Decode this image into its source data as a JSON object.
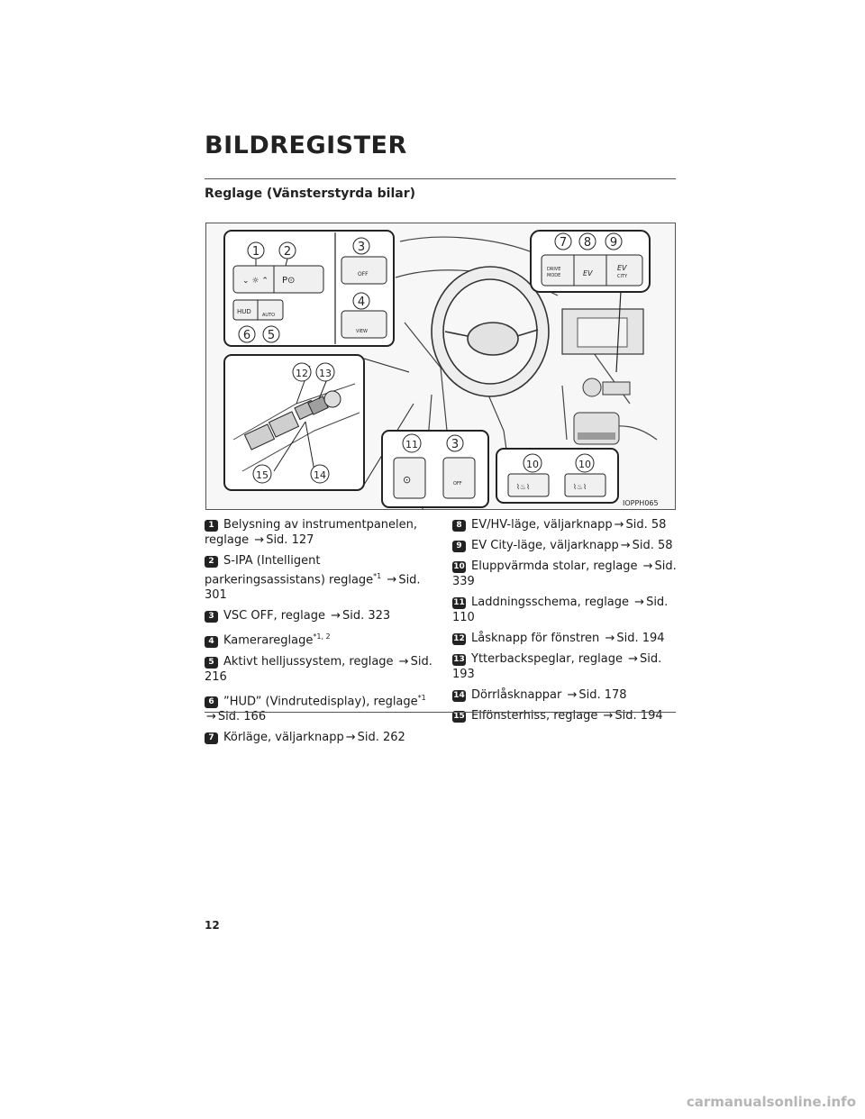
{
  "header": {
    "title": "BILDREGISTER",
    "subtitle": "Reglage (Vänsterstyrda bilar)"
  },
  "figure": {
    "code": "IOPPH065",
    "button_labels": {
      "hud": "HUD",
      "auto": "AUTO",
      "off": "OFF",
      "view": "VIEW",
      "drive_mode_1": "DRIVE",
      "drive_mode_2": "MODE",
      "ev": "EV",
      "city": "CITY"
    },
    "callouts": [
      "1",
      "2",
      "3",
      "4",
      "5",
      "6",
      "7",
      "8",
      "9",
      "10",
      "11",
      "12",
      "13",
      "14",
      "15"
    ]
  },
  "items_left": [
    {
      "num": "1",
      "text": "Belysning av instrumentpanelen, reglage ",
      "ref": "Sid. 127"
    },
    {
      "num": "2",
      "text": "S-IPA (Intelligent parkeringsassistans) reglage",
      "sup": "*1",
      "ref": "Sid. 301"
    },
    {
      "num": "3",
      "text": "VSC OFF, reglage ",
      "ref": "Sid. 323"
    },
    {
      "num": "4",
      "text": "Kamerareglage",
      "sup": "*1, 2",
      "ref": ""
    },
    {
      "num": "5",
      "text": "Aktivt helljussystem, reglage ",
      "ref": "Sid. 216"
    },
    {
      "num": "6",
      "text": "”HUD” (Vindrutedisplay), reglage",
      "sup": "*1",
      "ref": "Sid. 166"
    },
    {
      "num": "7",
      "text": "Körläge, väljarknapp",
      "ref": "Sid. 262"
    }
  ],
  "items_right": [
    {
      "num": "8",
      "text": "EV/HV-läge, väljarknapp",
      "ref": "Sid. 58"
    },
    {
      "num": "9",
      "text": "EV City-läge, väljarknapp",
      "ref": "Sid. 58"
    },
    {
      "num": "10",
      "text": "Eluppvärmda stolar, reglage ",
      "ref": "Sid. 339"
    },
    {
      "num": "11",
      "text": "Laddningsschema, reglage ",
      "ref": "Sid. 110"
    },
    {
      "num": "12",
      "text": "Låsknapp för fönstren ",
      "ref": "Sid. 194"
    },
    {
      "num": "13",
      "text": "Ytterbackspeglar, reglage ",
      "ref": "Sid. 193"
    },
    {
      "num": "14",
      "text": "Dörrlåsknappar ",
      "ref": "Sid. 178"
    },
    {
      "num": "15",
      "text": "Elfönsterhiss, reglage ",
      "ref": "Sid. 194"
    }
  ],
  "arrow_glyph": "→",
  "footer": {
    "page_number": "12",
    "watermark": "carmanualsonline.info"
  }
}
